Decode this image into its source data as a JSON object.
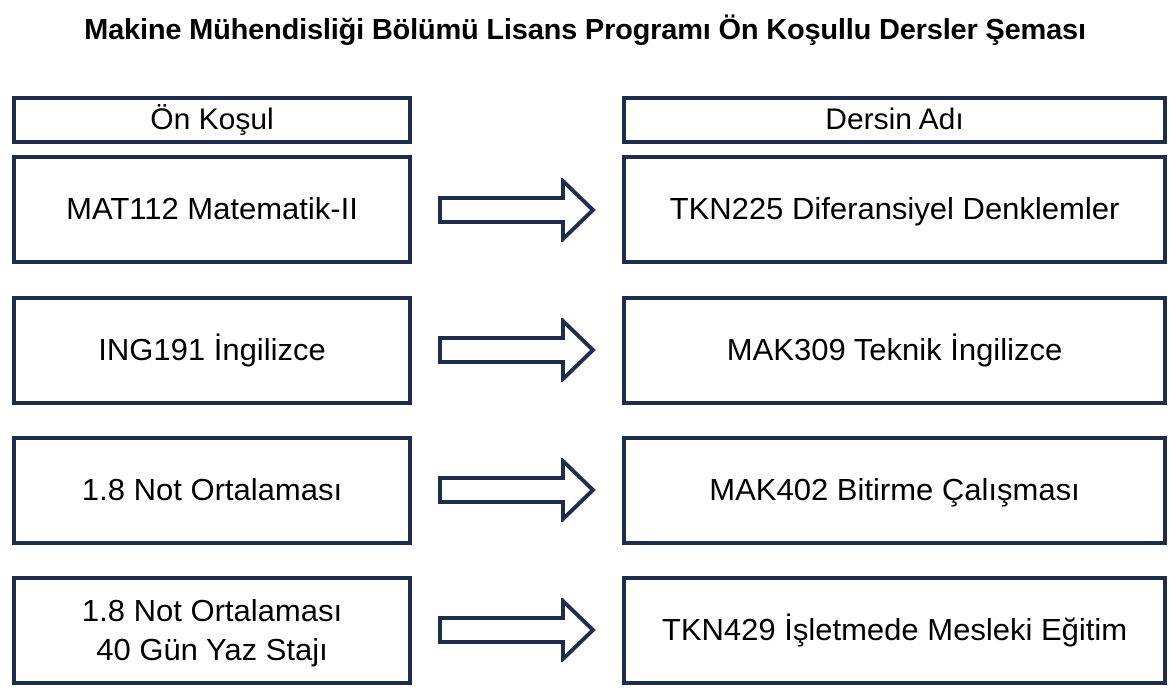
{
  "title": "Makine Mühendisliği Bölümü Lisans Programı Ön Koşullu Dersler Şeması",
  "headers": {
    "left": "Ön Koşul",
    "right": "Dersin Adı"
  },
  "rows": [
    {
      "prerequisite": [
        "MAT112 Matematik-II"
      ],
      "course": "TKN225 Diferansiyel Denklemler"
    },
    {
      "prerequisite": [
        "ING191 İngilizce"
      ],
      "course": "MAK309 Teknik İngilizce"
    },
    {
      "prerequisite": [
        "1.8 Not Ortalaması"
      ],
      "course": "MAK402 Bitirme Çalışması"
    },
    {
      "prerequisite": [
        "1.8 Not Ortalaması",
        "40 Gün Yaz Stajı"
      ],
      "course": "TKN429 İşletmede Mesleki Eğitim"
    }
  ],
  "colors": {
    "border": "#1f2d4d",
    "background": "#ffffff",
    "text": "#000000"
  },
  "icons": {
    "arrow": "right-block-arrow-icon"
  }
}
